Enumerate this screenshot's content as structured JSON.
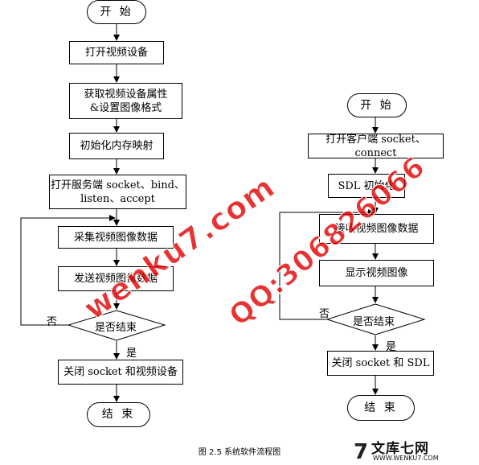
{
  "left_flow": {
    "start": "开 始",
    "open_device": "打开视频设备",
    "get_props": "获取视频设备属性\n&设置图像格式",
    "init_mmap": "初始化内存映射",
    "open_server": "打开服务端 socket、bind、\nlisten、accept",
    "capture": "采集视频图像数据",
    "send": "发送视频图像数据",
    "decision": "是否结束",
    "no_label": "否",
    "yes_label": "是",
    "close": "关闭 socket 和视频设备",
    "end": "结 束"
  },
  "right_flow": {
    "start": "开 始",
    "open_client": "打开客户端 socket、connect",
    "sdl_init": "SDL 初始化",
    "receive": "接收视频图像数据",
    "display": "显示视频图像",
    "decision": "是否结束",
    "no_label": "否",
    "yes_label": "是",
    "close": "关闭 socket 和 SDL",
    "end": "结 束"
  },
  "caption": "图 2.5 系统软件流程图",
  "watermarks": {
    "site": "wenku7.com",
    "qq": "QQ:306826066",
    "color": "#e00000"
  },
  "logo": {
    "glyph": "7",
    "name": "文库七网",
    "url": "WWW.WENKU7.COM"
  }
}
